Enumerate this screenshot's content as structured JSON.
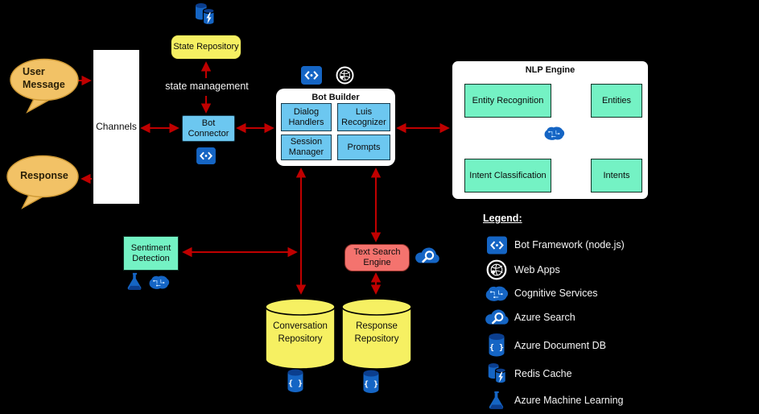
{
  "colors": {
    "bg": "#000000",
    "arrow": "#c00000",
    "azure": "#1565c4",
    "azureDark": "#0b3e8e",
    "skyblue": "#6cc7f0",
    "mint": "#74f2c4",
    "yellow": "#f6f062",
    "salmon": "#f4736e",
    "orange": "#f2c266"
  },
  "left": {
    "user_message": "User Message",
    "response": "Response",
    "channels": "Channels"
  },
  "state": {
    "repository": "State Repository",
    "management_label": "state management"
  },
  "connector": {
    "label": "Bot Connector"
  },
  "builder": {
    "title": "Bot Builder",
    "modules": [
      "Dialog Handlers",
      "Luis Recognizer",
      "Session Manager",
      "Prompts"
    ]
  },
  "nlp": {
    "title": "NLP Engine",
    "entity_recognition": "Entity Recognition",
    "entities": "Entities",
    "intent_classification": "Intent Classification",
    "intents": "Intents"
  },
  "analytics": {
    "sentiment_detection": "Sentiment Detection",
    "text_search_engine": "Text Search Engine"
  },
  "stores": {
    "conversation_repository": "Conversation Repository",
    "response_repository": "Response Repository"
  },
  "legend": {
    "title": "Legend:",
    "items": [
      {
        "icon": "bot-framework-icon",
        "label": "Bot Framework (node.js)"
      },
      {
        "icon": "web-apps-icon",
        "label": "Web Apps"
      },
      {
        "icon": "cognitive-services-icon",
        "label": "Cognitive Services"
      },
      {
        "icon": "azure-search-icon",
        "label": "Azure Search"
      },
      {
        "icon": "azure-document-db-icon",
        "label": "Azure Document DB"
      },
      {
        "icon": "redis-cache-icon",
        "label": "Redis Cache"
      },
      {
        "icon": "azure-ml-icon",
        "label": "Azure Machine Learning"
      }
    ]
  }
}
